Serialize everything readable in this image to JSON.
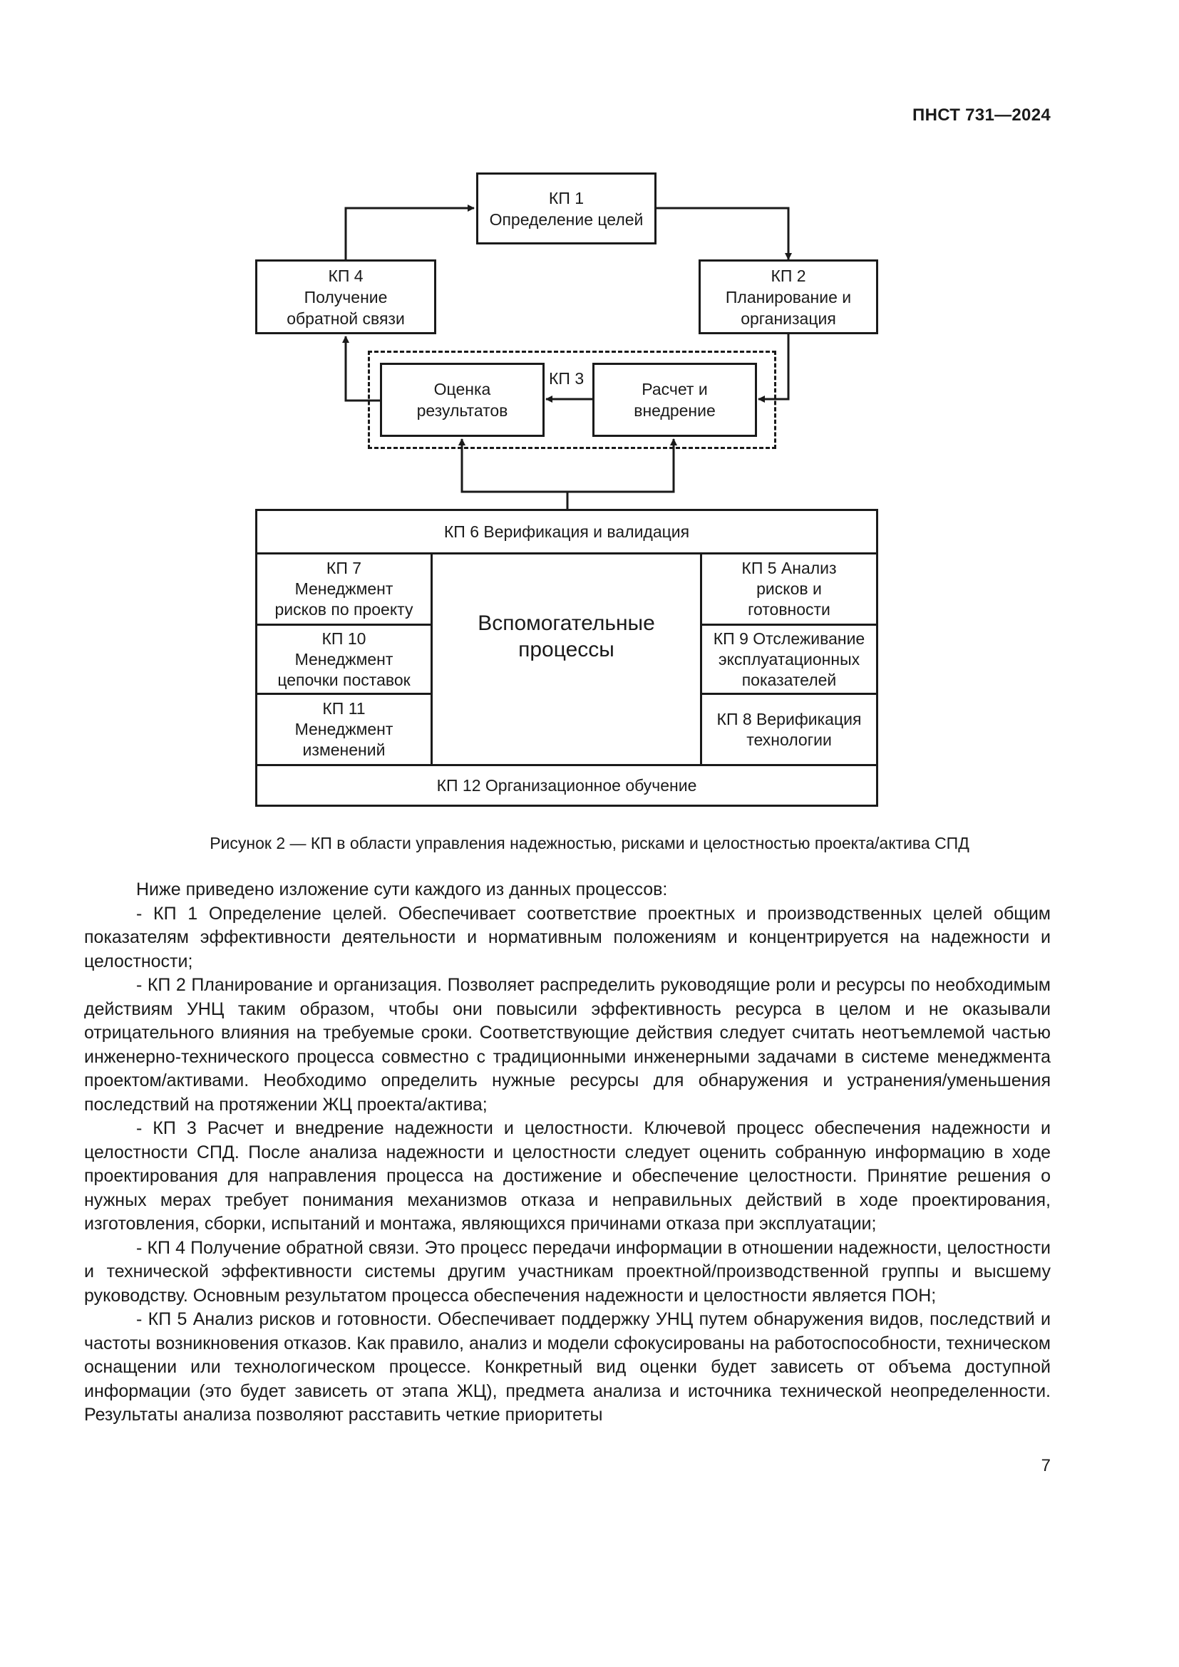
{
  "header": {
    "doc_code": "ПНСТ 731—2024"
  },
  "diagram": {
    "kp1": "КП 1\nОпределение целей",
    "kp2": "КП 2\nПланирование и\nорганизация",
    "kp4": "КП 4\nПолучение\nобратной связи",
    "kp3_label": "КП 3",
    "eval": "Оценка\nрезультатов",
    "calc": "Расчет и\nвнедрение",
    "kp6": "КП 6 Верификация и валидация",
    "kp7": "КП 7\nМенеджмент\nрисков по проекту",
    "kp10": "КП 10\nМенеджмент\nцепочки поставок",
    "kp11": "КП 11\nМенеджмент\nизменений",
    "aux": "Вспомогательные\nпроцессы",
    "kp5": "КП 5 Анализ\nрисков и\nготовности",
    "kp9": "КП 9 Отслеживание\nэксплуатационных\nпоказателей",
    "kp8": "КП 8 Верификация\nтехнологии",
    "kp12": "КП 12 Организационное обучение"
  },
  "caption": "Рисунок 2 — КП в области управления надежностью, рисками и целостностью проекта/актива СПД",
  "paragraphs": [
    "Ниже приведено изложение сути каждого из данных процессов:",
    "- КП 1 Определение целей. Обеспечивает соответствие проектных и производственных целей общим показателям эффективности деятельности и нормативным положениям и концентрируется на надежности и целостности;",
    "- КП 2 Планирование и организация. Позволяет распределить руководящие роли и ресурсы по необходимым действиям УНЦ таким образом, чтобы они повысили эффективность ресурса в целом и не оказывали отрицательного влияния на требуемые сроки. Соответствующие действия следует считать неотъемлемой частью инженерно-технического процесса совместно с традиционными инженерными задачами в системе менеджмента проектом/активами. Необходимо определить нужные ресурсы для обнаружения и устранения/уменьшения последствий на протяжении ЖЦ проекта/актива;",
    "- КП 3 Расчет и внедрение надежности и целостности. Ключевой процесс обеспечения надежности и целостности СПД. После анализа надежности и целостности следует оценить собранную информацию в ходе проектирования для направления процесса на достижение и обеспечение целостности. Принятие решения о нужных мерах требует понимания механизмов отказа и неправильных действий в ходе проектирования, изготовления, сборки, испытаний и монтажа, являющихся причинами отказа при эксплуатации;",
    "- КП 4 Получение обратной связи. Это процесс передачи информации в отношении надежности, целостности и технической эффективности системы другим участникам проектной/производственной группы и высшему руководству. Основным результатом процесса обеспечения надежности и целостности является ПОН;",
    "- КП 5 Анализ рисков и готовности. Обеспечивает поддержку УНЦ путем обнаружения видов, последствий и частоты возникновения отказов. Как правило, анализ и модели сфокусированы на работоспособности, техническом оснащении или технологическом процессе. Конкретный вид оценки будет зависеть от объема доступной информации (это будет зависеть от этапа ЖЦ), предмета анализа и источника технической неопределенности. Результаты анализа позволяют расставить четкие приоритеты"
  ],
  "page_number": "7"
}
